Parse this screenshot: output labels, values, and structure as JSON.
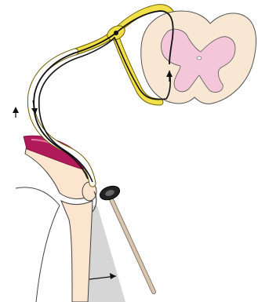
{
  "diagram": {
    "type": "knee-jerk-reflex-arc",
    "labels": [],
    "colors": {
      "nerve_sheath": "#f2e04a",
      "nerve_outline": "#6b5a00",
      "nerve_fiber": "#111111",
      "cord_white_matter": "#f8e7d3",
      "cord_grey_matter": "#f3c6d9",
      "cord_outline": "#555555",
      "muscle": "#b01a5a",
      "bone": "#fbe5cf",
      "limb_outline": "#444444",
      "shadow": "#d6d6d6",
      "hammer_handle": "#d8c6b0",
      "hammer_head": "#222222"
    },
    "icons": [
      "spinal-cord-cross-section",
      "dorsal-root-ganglion",
      "reflex-hammer",
      "motion-arrow"
    ]
  }
}
